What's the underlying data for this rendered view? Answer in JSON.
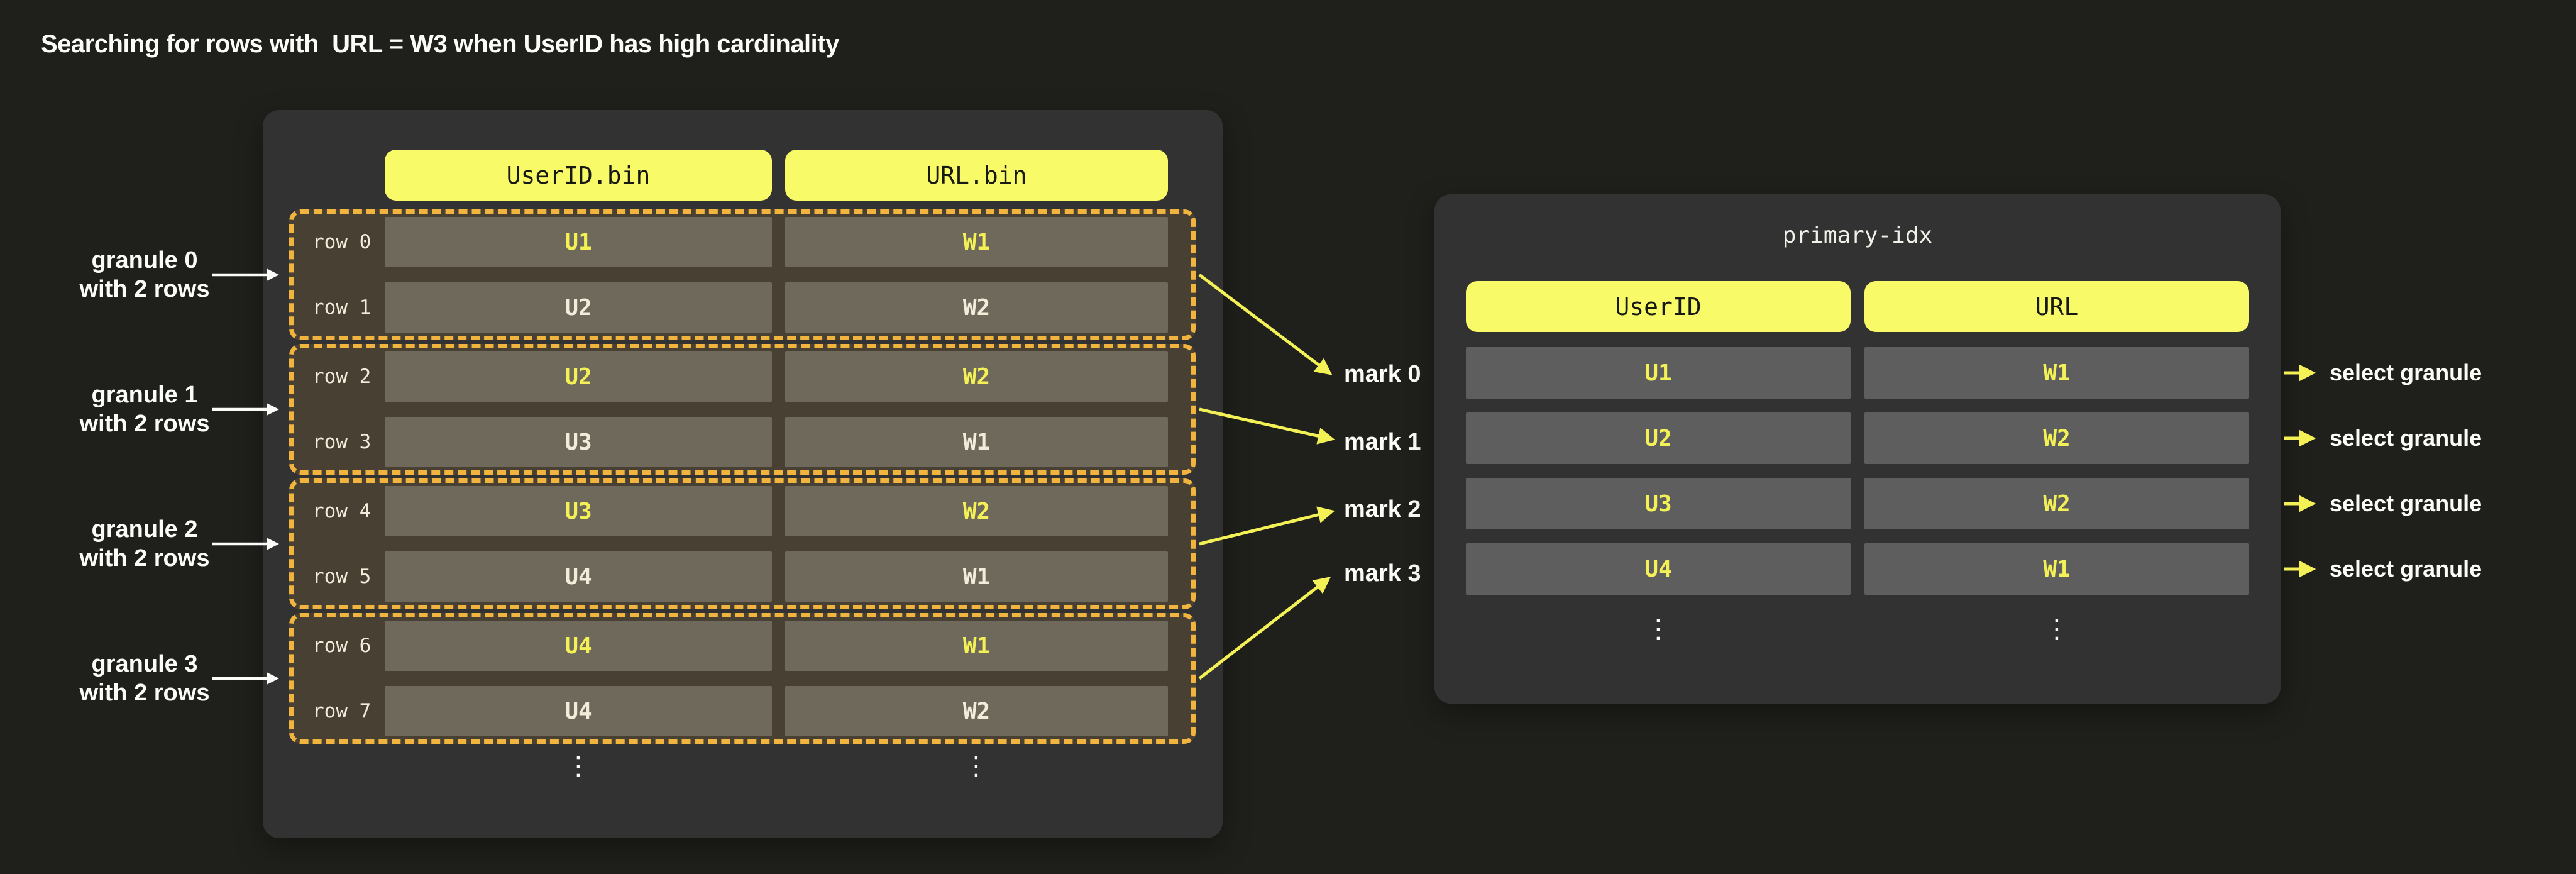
{
  "title": "Searching for rows with  URL = W3 when UserID has high cardinality",
  "colors": {
    "page_bg": "#1f1f1b",
    "panel_bg": "#323232",
    "header_yellow": "#f9fa68",
    "granule_bg": "#474033",
    "granule_border": "#f0b43f",
    "cell_left": "#6f695b",
    "cell_right": "#5e5e5e",
    "yellow_text": "#f3f156",
    "cream": "#f2ecda",
    "white": "#fbfbf8"
  },
  "bin_file": {
    "headers": [
      {
        "label": "UserID.bin"
      },
      {
        "label": "URL.bin"
      }
    ],
    "rows": [
      {
        "label": "row 0",
        "userid": "U1",
        "url": "W1",
        "first_in_granule": true
      },
      {
        "label": "row 1",
        "userid": "U2",
        "url": "W2",
        "first_in_granule": false
      },
      {
        "label": "row 2",
        "userid": "U2",
        "url": "W2",
        "first_in_granule": true
      },
      {
        "label": "row 3",
        "userid": "U3",
        "url": "W1",
        "first_in_granule": false
      },
      {
        "label": "row 4",
        "userid": "U3",
        "url": "W2",
        "first_in_granule": true
      },
      {
        "label": "row 5",
        "userid": "U4",
        "url": "W1",
        "first_in_granule": false
      },
      {
        "label": "row 6",
        "userid": "U4",
        "url": "W1",
        "first_in_granule": true
      },
      {
        "label": "row 7",
        "userid": "U4",
        "url": "W2",
        "first_in_granule": false
      }
    ],
    "ellipsis": "⋮"
  },
  "granule_labels": [
    {
      "line1": "granule 0",
      "line2": "with 2 rows"
    },
    {
      "line1": "granule 1",
      "line2": "with 2 rows"
    },
    {
      "line1": "granule 2",
      "line2": "with 2 rows"
    },
    {
      "line1": "granule 3",
      "line2": "with 2 rows"
    }
  ],
  "marks": [
    {
      "label": "mark 0"
    },
    {
      "label": "mark 1"
    },
    {
      "label": "mark 2"
    },
    {
      "label": "mark 3"
    }
  ],
  "primary_index": {
    "title": "primary-idx",
    "headers": [
      {
        "label": "UserID"
      },
      {
        "label": "URL"
      }
    ],
    "rows": [
      {
        "userid": "U1",
        "url": "W1",
        "action": "select granule"
      },
      {
        "userid": "U2",
        "url": "W2",
        "action": "select granule"
      },
      {
        "userid": "U3",
        "url": "W2",
        "action": "select granule"
      },
      {
        "userid": "U4",
        "url": "W1",
        "action": "select granule"
      }
    ],
    "ellipsis": "⋮"
  }
}
